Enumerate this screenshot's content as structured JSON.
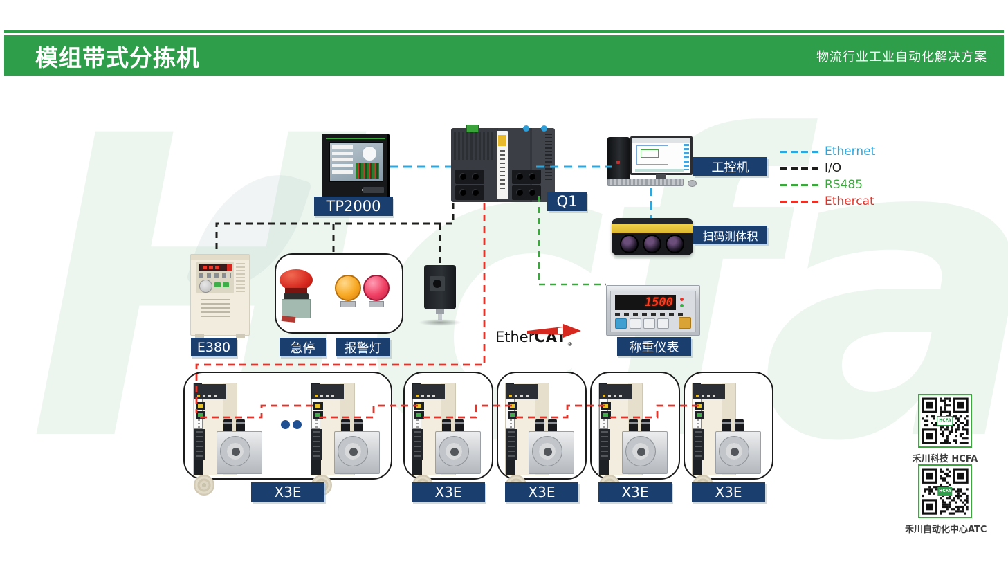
{
  "header": {
    "title": "模组带式分拣机",
    "subtitle": "物流行业工业自动化解决方案"
  },
  "legend": {
    "items": [
      {
        "label": "Ethernet",
        "color": "#29a9e1"
      },
      {
        "label": "I/O",
        "color": "#1d1d1b"
      },
      {
        "label": "RS485",
        "color": "#3aa93c"
      },
      {
        "label": "Ethercat",
        "color": "#e63329"
      }
    ]
  },
  "devices": {
    "hmi_label": "TP2000",
    "plc_label": "Q1",
    "ipc_label": "工控机",
    "scanner_label": "扫码测体积",
    "inverter_label": "E380",
    "estop_label": "急停",
    "alarm_label": "报警灯",
    "scale_label": "称重仪表",
    "servo_labels": [
      "X3E",
      "X3E",
      "X3E",
      "X3E",
      "X3E"
    ]
  },
  "scale_meter": {
    "display_value": "1500"
  },
  "ethercat_logo": {
    "regular": "Ether",
    "bold": "CAT",
    "reg_mark": "®"
  },
  "qr_codes": [
    {
      "caption": "禾川科技 HCFA",
      "logo_text": "HCFA"
    },
    {
      "caption": "禾川自动化中心ATC",
      "logo_text": "HCFA"
    }
  ],
  "watermark": {
    "text": "Hcfa"
  },
  "colors": {
    "header_green": "#2e9e4b",
    "label_navy": "#1a3e6e",
    "ethernet_blue": "#29a9e1",
    "io_black": "#1d1d1b",
    "rs485_green": "#3aa93c",
    "ethercat_red": "#e63329",
    "qr_border_green": "#3aa93c"
  }
}
